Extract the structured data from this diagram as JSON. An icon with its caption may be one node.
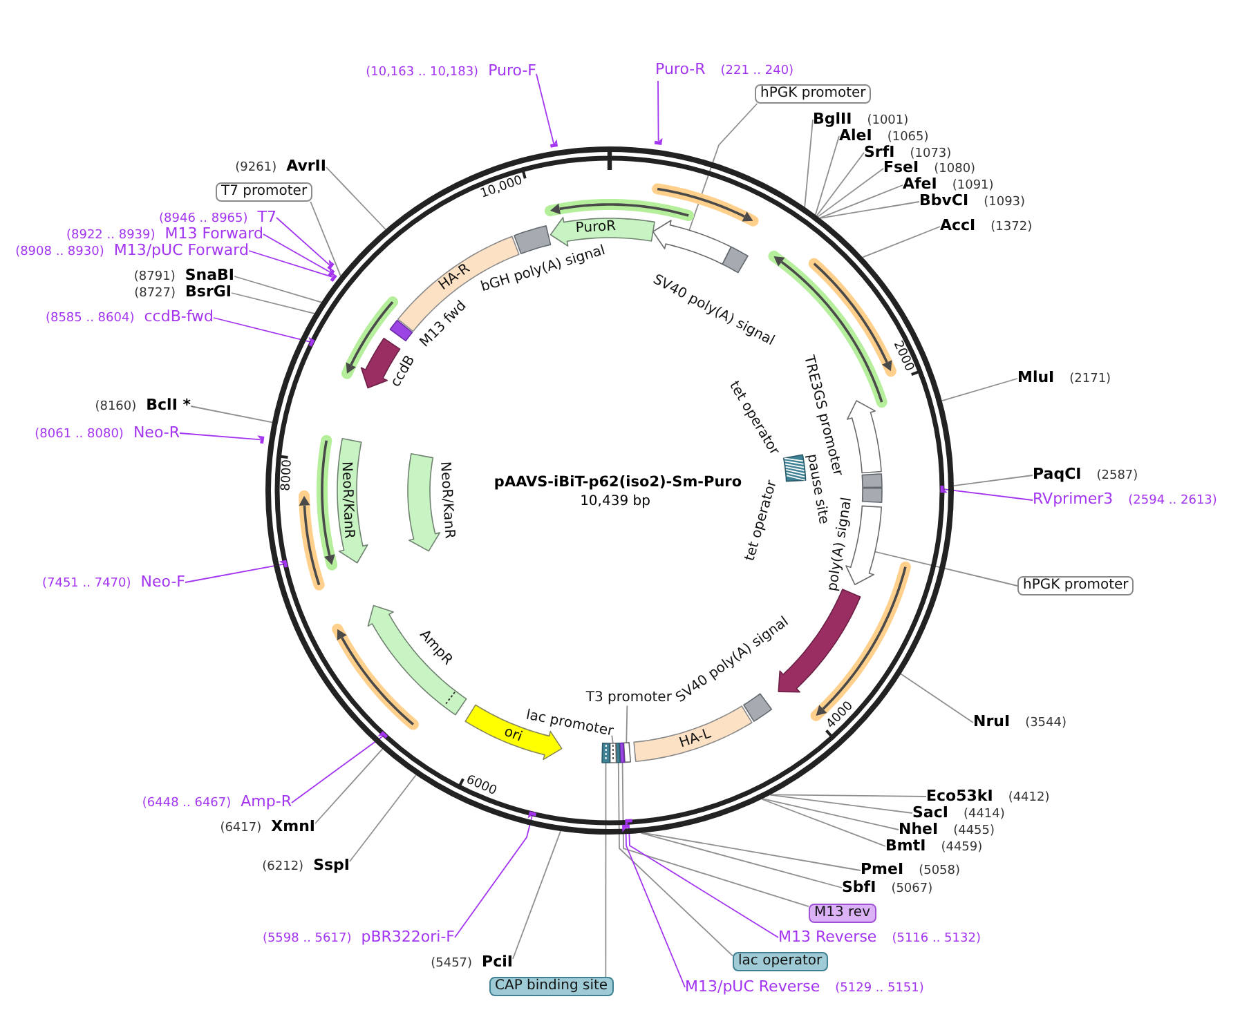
{
  "diagram": {
    "nodes": [
      {
        "text": [
          "pAAVS-iBiT-p62(iso2)-Sm-Puro",
          "10,439 bp"
        ]
      },
      {
        "text": [
          "PuroR"
        ],
        "in": 0
      },
      {
        "text": [],
        "shape": "arrow",
        "in": 0
      },
      {
        "text": [
          "SV40 poly(A) signal"
        ],
        "in": 0
      },
      {
        "text": [
          "TRE3GS promoter"
        ],
        "in": 0
      },
      {
        "text": [
          "tet operator",
          "tet operator"
        ],
        "in": 0
      },
      {
        "text": [
          "pause site"
        ],
        "in": 0
      },
      {
        "text": [
          "poly(A) signal"
        ],
        "in": 0
      },
      {
        "text": [],
        "shape": "arrow",
        "in": 0
      },
      {
        "text": [],
        "shape": "arrow",
        "in": 0
      },
      {
        "text": [
          "SV40 poly(A) signal"
        ],
        "in": 0
      },
      {
        "text": [
          "HA-L"
        ],
        "in": 0
      },
      {
        "text": [
          "T3 promoter"
        ],
        "in": 0
      },
      {
        "text": [],
        "shape": "box",
        "in": 0
      },
      {
        "text": [],
        "shape": "box",
        "in": 0
      },
      {
        "text": [],
        "shape": "box",
        "in": 0
      },
      {
        "text": [
          "lac promoter"
        ],
        "in": 0
      },
      {
        "text": [],
        "shape": "box",
        "in": 0
      },
      {
        "text": [],
        "shape": "box",
        "in": 0
      },
      {
        "text": [
          "ori"
        ],
        "in": 0
      },
      {
        "text": [
          "AmpR"
        ],
        "in": 0
      },
      {
        "text": [
          "NeoR/KanR"
        ],
        "in": 0
      },
      {
        "text": [
          "NeoR/KanR"
        ],
        "in": 0
      },
      {
        "text": [
          "ccdB"
        ],
        "in": 0
      },
      {
        "text": [
          "M13 fwd"
        ],
        "in": 0
      },
      {
        "text": [
          "HA-R"
        ],
        "in": 0
      },
      {
        "text": [
          "bGH poly(A) signal"
        ],
        "in": 0
      },
      {
        "text": [],
        "shape": "arrow",
        "in": 0
      },
      {
        "text": [],
        "shape": "arrow",
        "in": 0
      },
      {
        "text": [],
        "shape": "arrow",
        "in": 0
      },
      {
        "text": [],
        "shape": "arrow",
        "in": 0
      },
      {
        "text": [],
        "shape": "arrow",
        "in": 0
      },
      {
        "text": [],
        "shape": "arrow",
        "in": 0
      },
      {
        "text": [],
        "shape": "arrow",
        "in": 0
      },
      {
        "text": [],
        "shape": "arrow",
        "in": 0
      },
      {
        "text": [],
        "shape": "arrow",
        "in": 0
      },
      {
        "text": [
          "Puro-R"
        ],
        "beside": [
          "(221 .. 240)"
        ]
      },
      {
        "text": [],
        "shape": "bar"
      },
      {
        "text": [
          "hPGK promoter"
        ]
      },
      {
        "text": [
          "BglII"
        ],
        "beside": [
          "(1001)"
        ]
      },
      {
        "text": [
          "AleI"
        ],
        "beside": [
          "(1065)"
        ]
      },
      {
        "text": [
          "SrfI"
        ],
        "beside": [
          "(1073)"
        ]
      },
      {
        "text": [
          "FseI"
        ],
        "beside": [
          "(1080)"
        ]
      },
      {
        "text": [
          "AfeI"
        ],
        "beside": [
          "(1091)"
        ]
      },
      {
        "text": [
          "BbvCI"
        ],
        "beside": [
          "(1093)"
        ]
      },
      {
        "text": [
          "AccI"
        ],
        "beside": [
          "(1372)"
        ]
      },
      {
        "text": [
          "MluI"
        ],
        "beside": [
          "(2171)"
        ]
      },
      {
        "text": [
          "PaqCI"
        ],
        "beside": [
          "(2587)"
        ]
      },
      {
        "text": [
          "RVprimer3"
        ],
        "beside": [
          "(2594 .. 2613)"
        ]
      },
      {
        "text": [],
        "shape": "bar",
        "in": 0
      },
      {
        "text": [
          "hPGK promoter"
        ]
      },
      {
        "text": [
          "NruI"
        ],
        "beside": [
          "(3544)"
        ]
      },
      {
        "text": [
          "Eco53kI"
        ],
        "beside": [
          "(4412)"
        ]
      },
      {
        "text": [
          "SacI"
        ],
        "beside": [
          "(4414)"
        ]
      },
      {
        "text": [
          "NheI"
        ],
        "beside": [
          "(4455)"
        ]
      },
      {
        "text": [
          "BmtI"
        ],
        "beside": [
          "(4459)"
        ]
      },
      {
        "text": [
          "PmeI"
        ],
        "beside": [
          "(5058)"
        ]
      },
      {
        "text": [
          "SbfI"
        ],
        "beside": [
          "(5067)"
        ]
      },
      {
        "text": [
          "M13 rev"
        ]
      },
      {
        "text": [
          "M13 Reverse"
        ],
        "beside": [
          "(5116 .. 5132)"
        ]
      },
      {
        "text": [],
        "shape": "bar",
        "in": 0
      },
      {
        "text": [
          "lac operator"
        ]
      },
      {
        "text": [
          "M13/pUC Reverse"
        ],
        "beside": [
          "(5129 .. 5151)"
        ]
      },
      {
        "text": [],
        "shape": "bar",
        "in": 0
      },
      {
        "text": [
          "CAP binding site"
        ]
      },
      {
        "text": [
          "PciI"
        ],
        "beside": [
          "(5457)"
        ]
      },
      {
        "text": [
          "pBR322ori-F"
        ],
        "beside": [
          "(5598 .. 5617)"
        ]
      },
      {
        "text": [],
        "shape": "bar",
        "in": 0
      },
      {
        "text": [
          "SspI"
        ],
        "beside": [
          "(6212)"
        ]
      },
      {
        "text": [
          "XmnI"
        ],
        "beside": [
          "(6417)"
        ]
      },
      {
        "text": [
          "Amp-R"
        ],
        "beside": [
          "(6448 .. 6467)"
        ]
      },
      {
        "text": [],
        "shape": "bar",
        "in": 0
      },
      {
        "text": [
          "Neo-F"
        ],
        "beside": [
          "(7451 .. 7470)"
        ]
      },
      {
        "text": [],
        "shape": "bar",
        "in": 0
      },
      {
        "text": [
          "Neo-R"
        ],
        "beside": [
          "(8061 .. 8080)"
        ]
      },
      {
        "text": [],
        "shape": "bar"
      },
      {
        "text": [
          "BclI *"
        ],
        "beside": [
          "(8160)"
        ]
      },
      {
        "text": [
          "ccdB-fwd"
        ],
        "beside": [
          "(8585 .. 8604)"
        ]
      },
      {
        "text": [],
        "shape": "bar",
        "in": 0
      },
      {
        "text": [
          "BsrGI"
        ],
        "beside": [
          "(8727)"
        ]
      },
      {
        "text": [
          "SnaBI"
        ],
        "beside": [
          "(8791)"
        ]
      },
      {
        "text": [
          "M13/pUC Forward"
        ],
        "beside": [
          "(8908 .. 8930)"
        ]
      },
      {
        "text": [],
        "shape": "bar"
      },
      {
        "text": [
          "M13 Forward"
        ],
        "beside": [
          "(8922 .. 8939)"
        ]
      },
      {
        "text": [],
        "shape": "bar"
      },
      {
        "text": [
          "T7"
        ],
        "beside": [
          "(8946 .. 8965)"
        ]
      },
      {
        "text": [],
        "shape": "bar"
      },
      {
        "text": [
          "T7 promoter"
        ]
      },
      {
        "text": [
          "AvrII"
        ],
        "beside": [
          "(9261)"
        ]
      },
      {
        "text": [
          "Puro-F"
        ],
        "beside": [
          "(10,163 .. 10,183)"
        ]
      },
      {
        "text": [],
        "shape": "bar"
      }
    ],
    "edges": [
      {
        "from": 12,
        "to": 13,
        "arrow": "none"
      },
      {
        "from": 16,
        "to": 17,
        "arrow": "none"
      },
      {
        "from": 36,
        "to": 37,
        "arrow": "none",
        "color": "#a335f0"
      },
      {
        "from": 38,
        "to": 2,
        "arrow": "none"
      },
      {
        "from": 39,
        "to": 0,
        "arrow": "none"
      },
      {
        "from": 40,
        "to": 0,
        "arrow": "none"
      },
      {
        "from": 41,
        "to": 0,
        "arrow": "none"
      },
      {
        "from": 42,
        "to": 0,
        "arrow": "none"
      },
      {
        "from": 43,
        "to": 0,
        "arrow": "none"
      },
      {
        "from": 44,
        "to": 0,
        "arrow": "none"
      },
      {
        "from": 45,
        "to": 0,
        "arrow": "none"
      },
      {
        "from": 46,
        "to": 0,
        "arrow": "none"
      },
      {
        "from": 47,
        "to": 0,
        "arrow": "none"
      },
      {
        "from": 48,
        "to": 49,
        "arrow": "none",
        "color": "#a335f0"
      },
      {
        "from": 50,
        "to": 8,
        "arrow": "none"
      },
      {
        "from": 51,
        "to": 0,
        "arrow": "none"
      },
      {
        "from": 52,
        "to": 0,
        "arrow": "none"
      },
      {
        "from": 53,
        "to": 0,
        "arrow": "none"
      },
      {
        "from": 54,
        "to": 0,
        "arrow": "none"
      },
      {
        "from": 55,
        "to": 0,
        "arrow": "none"
      },
      {
        "from": 56,
        "to": 0,
        "arrow": "none"
      },
      {
        "from": 57,
        "to": 0,
        "arrow": "none"
      },
      {
        "from": 58,
        "to": 14,
        "arrow": "none"
      },
      {
        "from": 59,
        "to": 60,
        "arrow": "none",
        "color": "#a335f0"
      },
      {
        "from": 61,
        "to": 15,
        "arrow": "none"
      },
      {
        "from": 62,
        "to": 63,
        "arrow": "none",
        "color": "#a335f0"
      },
      {
        "from": 64,
        "to": 18,
        "arrow": "none"
      },
      {
        "from": 65,
        "to": 0,
        "arrow": "none"
      },
      {
        "from": 66,
        "to": 67,
        "arrow": "none",
        "color": "#a335f0"
      },
      {
        "from": 68,
        "to": 0,
        "arrow": "none"
      },
      {
        "from": 69,
        "to": 0,
        "arrow": "none"
      },
      {
        "from": 70,
        "to": 71,
        "arrow": "none",
        "color": "#a335f0"
      },
      {
        "from": 72,
        "to": 73,
        "arrow": "none",
        "color": "#a335f0"
      },
      {
        "from": 74,
        "to": 75,
        "arrow": "none",
        "color": "#a335f0"
      },
      {
        "from": 76,
        "to": 0,
        "arrow": "none"
      },
      {
        "from": 77,
        "to": 78,
        "arrow": "none",
        "color": "#a335f0"
      },
      {
        "from": 79,
        "to": 0,
        "arrow": "none"
      },
      {
        "from": 80,
        "to": 0,
        "arrow": "none"
      },
      {
        "from": 81,
        "to": 82,
        "arrow": "none",
        "color": "#a335f0"
      },
      {
        "from": 83,
        "to": 84,
        "arrow": "none",
        "color": "#a335f0"
      },
      {
        "from": 85,
        "to": 86,
        "arrow": "none",
        "color": "#a335f0"
      },
      {
        "from": 87,
        "to": 0,
        "arrow": "none"
      },
      {
        "from": 88,
        "to": 0,
        "arrow": "none"
      },
      {
        "from": 89,
        "to": 90,
        "arrow": "none",
        "color": "#a335f0"
      }
    ],
    "labels": [
      "2000",
      "4000",
      "6000",
      "8000",
      "10,000"
    ]
  }
}
